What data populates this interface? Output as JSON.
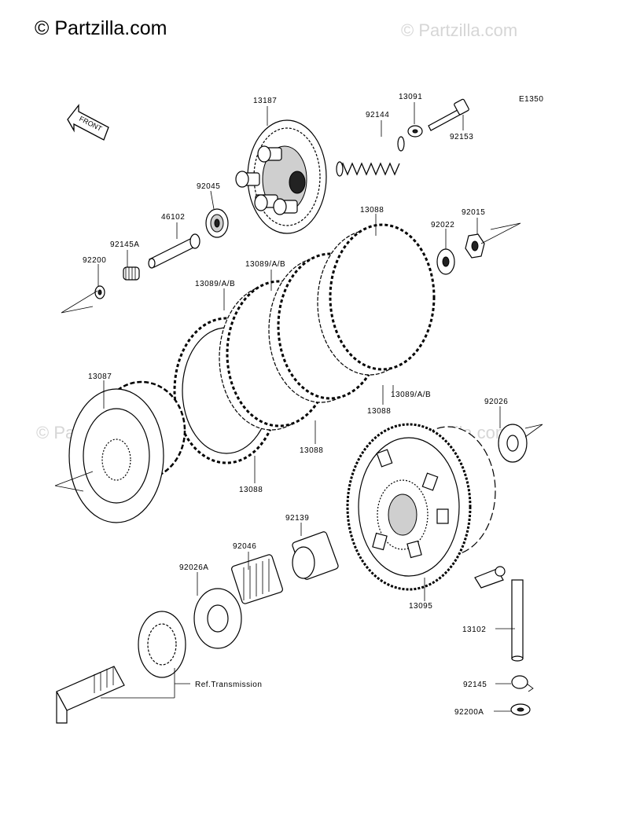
{
  "brand": "© Partzilla.com",
  "watermarks": [
    "© Partzilla.com",
    "© Partzilla.com",
    "© Partzilla.com"
  ],
  "diagram_code": "E1350",
  "front_label": "FRONT",
  "ref_label": "Ref.Transmission",
  "callouts": {
    "p13187": "13187",
    "p13091": "13091",
    "p92144": "92144",
    "p92153": "92153",
    "p92045": "92045",
    "p46102": "46102",
    "p92145A": "92145A",
    "p92200": "92200",
    "p13088_top": "13088",
    "p92022": "92022",
    "p92015": "92015",
    "p13089_a": "13089/A/B",
    "p13089_b": "13089/A/B",
    "p13089_c": "13089/A/B",
    "p13087": "13087",
    "p13088_r": "13088",
    "p13088_m": "13088",
    "p13088_b": "13088",
    "p92026": "92026",
    "p92139": "92139",
    "p92046": "92046",
    "p92026A": "92026A",
    "p13095": "13095",
    "p13102": "13102",
    "p92145": "92145",
    "p92200A": "92200A"
  }
}
